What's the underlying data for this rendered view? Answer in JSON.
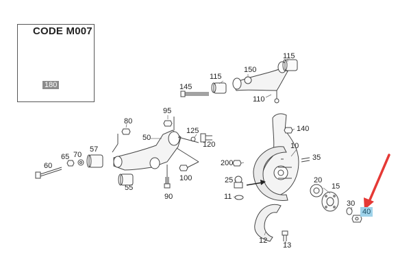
{
  "inset": {
    "title": "CODE M007",
    "part": "180"
  },
  "colors": {
    "line": "#444444",
    "highlight": "#9fd3ea",
    "gray_label": "#8c8c8c",
    "arrow": "#e53935"
  },
  "labels": {
    "p115a": "115",
    "p115b": "115",
    "p150": "150",
    "p145": "145",
    "p110": "110",
    "p95": "95",
    "p80": "80",
    "p50": "50",
    "p125": "125",
    "p120": "120",
    "p140": "140",
    "p65": "65",
    "p70": "70",
    "p57": "57",
    "p60": "60",
    "p55": "55",
    "p100": "100",
    "p90": "90",
    "p10": "10",
    "p35": "35",
    "p200": "200",
    "p25": "25",
    "p11": "11",
    "p20": "20",
    "p15": "15",
    "p30": "30",
    "p40": "40",
    "p12": "12",
    "p13": "13"
  }
}
